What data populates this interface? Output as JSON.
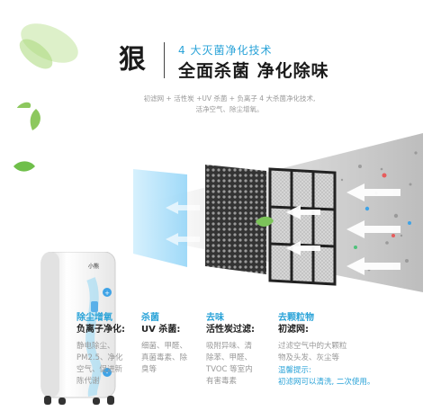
{
  "header": {
    "big_char": "狠",
    "subtitle": "4 大灭菌净化技术",
    "title": "全面杀菌 净化除味",
    "description_line1": "初滤网 + 活性炭 +UV 杀菌 + 负离子 4 大杀菌净化技术,",
    "description_line2": "活净空气、除尘增氧。"
  },
  "product": {
    "brand": "小熊"
  },
  "features": [
    {
      "title": "除尘增氧",
      "subtitle": "负离子净化:",
      "desc": [
        "静电除尘、",
        "PM2.5、净化",
        "空气、促进新",
        "陈代谢"
      ]
    },
    {
      "title": "杀菌",
      "subtitle": "UV 杀菌:",
      "desc": [
        "细菌、甲醛、",
        "真菌毒素、除",
        "臭等"
      ]
    },
    {
      "title": "去味",
      "subtitle": "活性炭过滤:",
      "desc": [
        "吸附异味、清",
        "除苯、甲醛、",
        "TVOC 等室内",
        "有害毒素"
      ]
    },
    {
      "title": "去颗粒物",
      "subtitle": "初滤网:",
      "desc": [
        "过滤空气中的大颗粒",
        "物及头发、灰尘等"
      ],
      "tip_label": "温馨提示:",
      "tip": "初滤网可以清洗, 二次使用。"
    }
  ]
}
